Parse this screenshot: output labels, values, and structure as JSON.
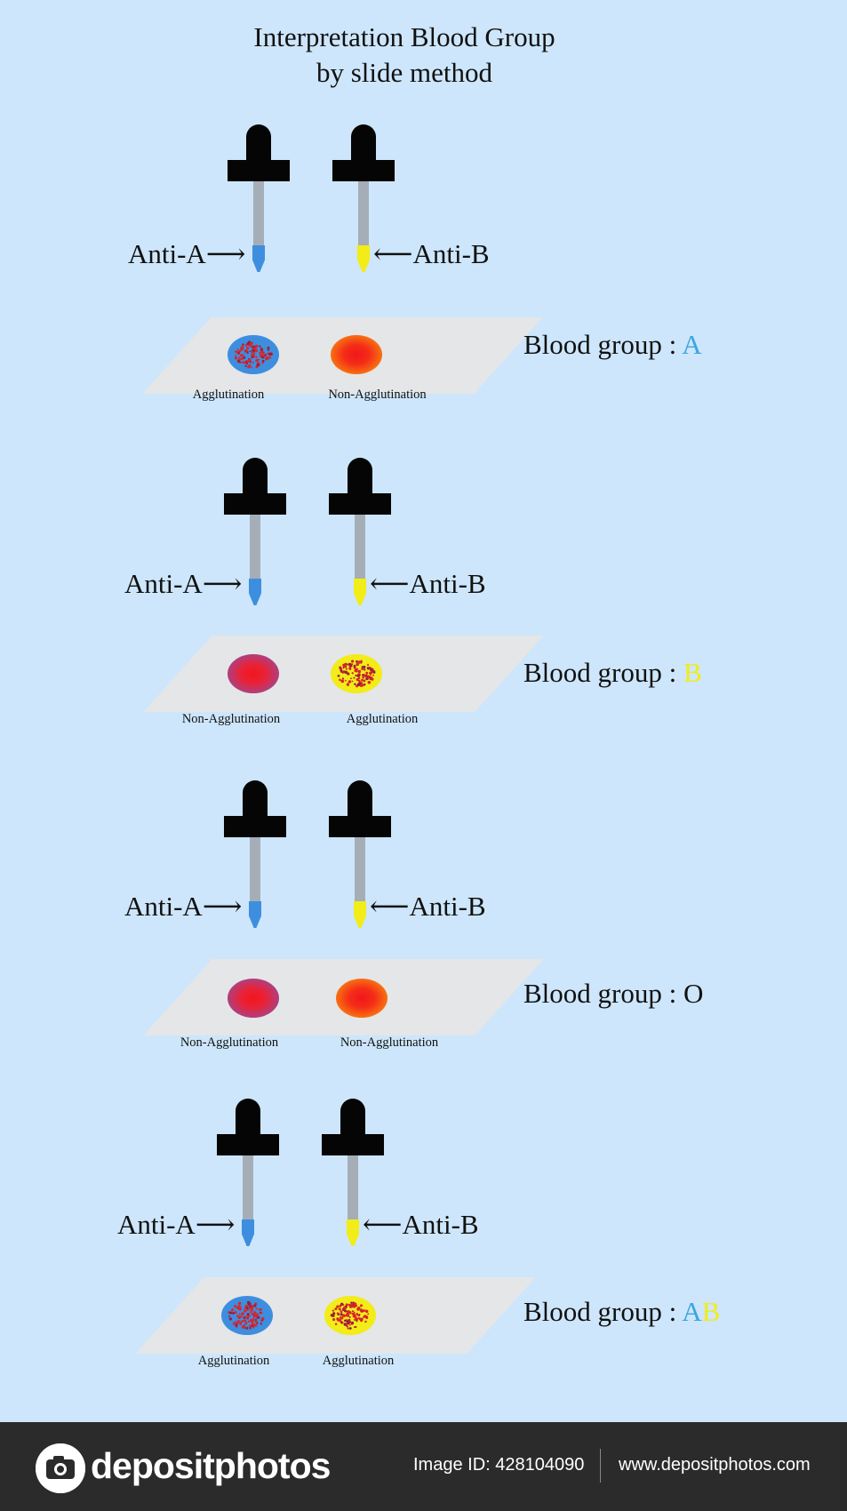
{
  "title": {
    "line1": "Interpretation Blood Group",
    "line2": "by slide method"
  },
  "colors": {
    "background": "#cde6fb",
    "anti_a_reagent": "#3e8ee0",
    "anti_b_reagent": "#f2ec19",
    "label_a": "#3aa6e0",
    "label_b": "#f2ec19"
  },
  "icons": [
    "dropper-icon",
    "blood-drop-icon",
    "camera-watermark-icon",
    "depositphotos-logo-icon"
  ],
  "reagents": {
    "anti_a": "Anti-A",
    "anti_b": "Anti-B"
  },
  "sections": [
    {
      "left_result": "Agglutination",
      "right_result": "Non-Agglutination",
      "left_drop": "agglutination-blue",
      "right_drop": "non-agglutination-orange",
      "label_prefix": "Blood group : ",
      "label_group": "A"
    },
    {
      "left_result": "Non-Agglutination",
      "right_result": "Agglutination",
      "left_drop": "non-agglutination-purple",
      "right_drop": "agglutination-yellow",
      "label_prefix": "Blood group : ",
      "label_group": "B"
    },
    {
      "left_result": "Non-Agglutination",
      "right_result": "Non-Agglutination",
      "left_drop": "non-agglutination-purple",
      "right_drop": "non-agglutination-orange",
      "label_prefix": "Blood group : ",
      "label_group": "O"
    },
    {
      "left_result": "Agglutination",
      "right_result": "Agglutination",
      "left_drop": "agglutination-blue",
      "right_drop": "agglutination-yellow",
      "label_prefix": "Blood group : ",
      "label_group_a": "A",
      "label_group_b": "B"
    }
  ],
  "footer": {
    "brand": "depositphotos",
    "image_id": "Image ID: 428104090",
    "website": "www.depositphotos.com"
  }
}
